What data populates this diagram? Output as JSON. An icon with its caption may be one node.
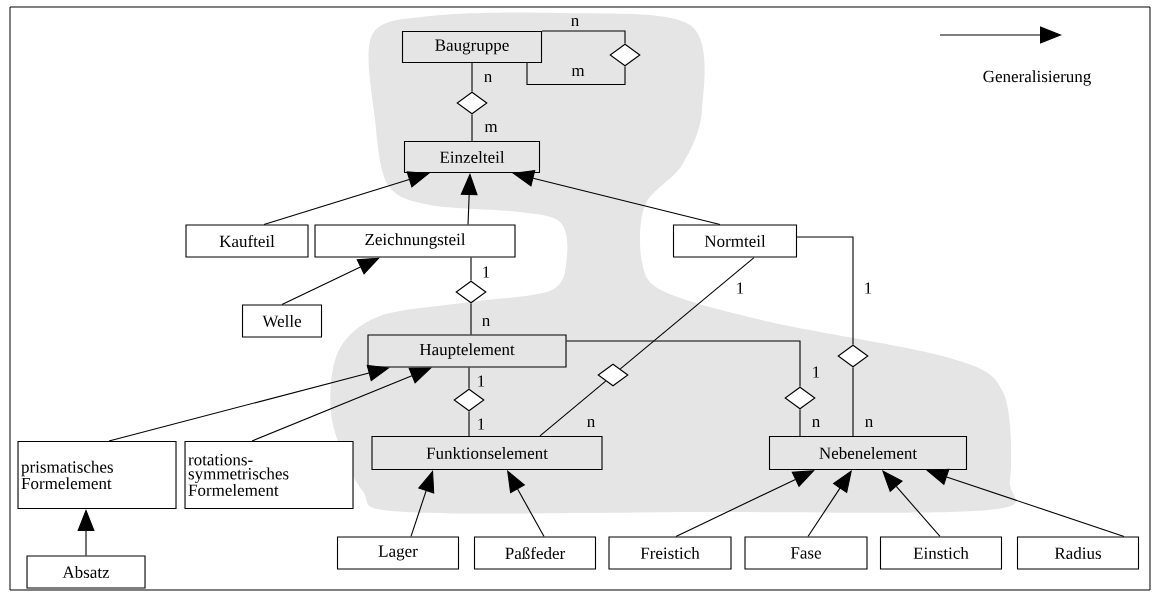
{
  "diagram": {
    "nodes": [
      {
        "text": [
          "Baugruppe"
        ]
      },
      {
        "text": [],
        "shape": "diamond"
      },
      {
        "text": [],
        "shape": "diamond"
      },
      {
        "text": [
          "Einzelteil"
        ]
      },
      {
        "text": [
          "Kaufteil"
        ]
      },
      {
        "text": [
          "Zeichnungsteil"
        ]
      },
      {
        "text": [
          "Normteil"
        ]
      },
      {
        "text": [
          "Welle"
        ]
      },
      {
        "text": [],
        "shape": "diamond"
      },
      {
        "text": [
          "Hauptelement"
        ]
      },
      {
        "text": [],
        "shape": "diamond"
      },
      {
        "text": [],
        "shape": "diamond"
      },
      {
        "text": [],
        "shape": "diamond"
      },
      {
        "text": [],
        "shape": "diamond"
      },
      {
        "text": [
          "prismatisches Formelement"
        ]
      },
      {
        "text": [
          "rotations-symmetrisches Formelement"
        ]
      },
      {
        "text": [
          "Funktionselement"
        ]
      },
      {
        "text": [
          "Nebenelement"
        ]
      },
      {
        "text": [
          "Absatz"
        ]
      },
      {
        "text": [
          "Lager"
        ]
      },
      {
        "text": [
          "Paßfeder"
        ]
      },
      {
        "text": [
          "Freistich"
        ]
      },
      {
        "text": [
          "Fase"
        ]
      },
      {
        "text": [
          "Einstich"
        ]
      },
      {
        "text": [
          "Radius"
        ]
      }
    ],
    "edges": [
      {
        "from": 0,
        "to": 1,
        "arrow": "none",
        "label": "n"
      },
      {
        "from": 1,
        "to": 0,
        "arrow": "none",
        "label": "m"
      },
      {
        "from": 0,
        "to": 2,
        "arrow": "none",
        "label": "n"
      },
      {
        "from": 2,
        "to": 3,
        "arrow": "none",
        "label": "m"
      },
      {
        "from": 4,
        "to": 3,
        "arrow": "to"
      },
      {
        "from": 5,
        "to": 3,
        "arrow": "to"
      },
      {
        "from": 6,
        "to": 3,
        "arrow": "to"
      },
      {
        "from": 7,
        "to": 5,
        "arrow": "to"
      },
      {
        "from": 5,
        "to": 8,
        "arrow": "none",
        "label": "1"
      },
      {
        "from": 8,
        "to": 9,
        "arrow": "none",
        "label": "n"
      },
      {
        "from": 6,
        "to": 10,
        "arrow": "none",
        "label": "1"
      },
      {
        "from": 10,
        "to": 16,
        "arrow": "none",
        "label": "n"
      },
      {
        "from": 6,
        "to": 11,
        "arrow": "none",
        "label": "1"
      },
      {
        "from": 11,
        "to": 17,
        "arrow": "none",
        "label": "n"
      },
      {
        "from": 9,
        "to": 12,
        "arrow": "none",
        "label": "1"
      },
      {
        "from": 12,
        "to": 16,
        "arrow": "none",
        "label": "1"
      },
      {
        "from": 9,
        "to": 13,
        "arrow": "none",
        "label": "1"
      },
      {
        "from": 13,
        "to": 17,
        "arrow": "none",
        "label": "n"
      },
      {
        "from": 14,
        "to": 9,
        "arrow": "to"
      },
      {
        "from": 15,
        "to": 9,
        "arrow": "to"
      },
      {
        "from": 18,
        "to": 14,
        "arrow": "to"
      },
      {
        "from": 19,
        "to": 16,
        "arrow": "to"
      },
      {
        "from": 20,
        "to": 16,
        "arrow": "to"
      },
      {
        "from": 21,
        "to": 17,
        "arrow": "to"
      },
      {
        "from": 22,
        "to": 17,
        "arrow": "to"
      },
      {
        "from": 23,
        "to": 17,
        "arrow": "to"
      },
      {
        "from": 24,
        "to": 17,
        "arrow": "to"
      }
    ],
    "legend": [
      {
        "text": "Generalisierung"
      }
    ]
  }
}
